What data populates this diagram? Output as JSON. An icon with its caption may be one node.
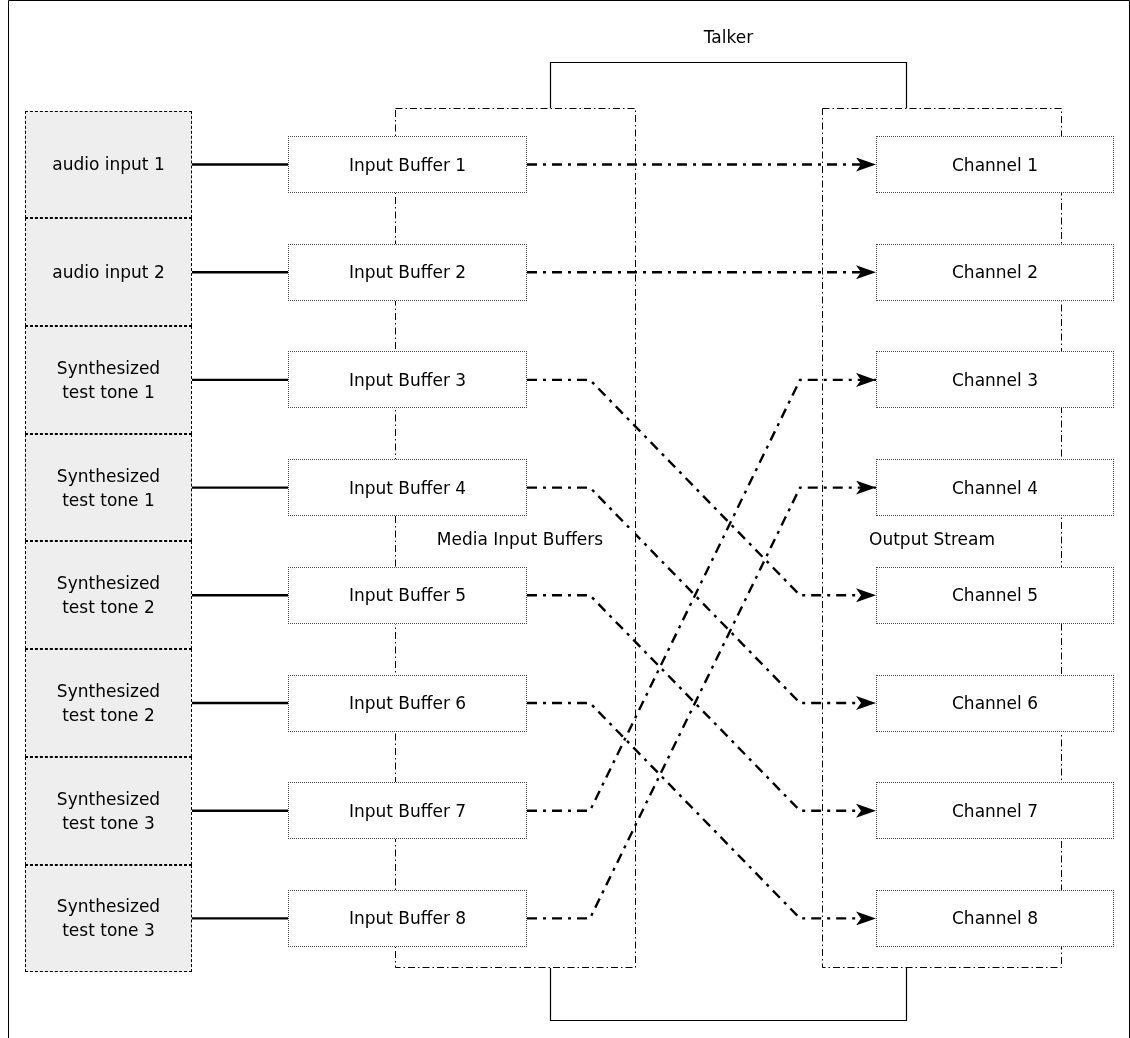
{
  "diagram": {
    "nodes": [
      {
        "text": [
          "Talker"
        ]
      },
      {
        "text": [
          "audio input 1"
        ]
      },
      {
        "text": [
          "audio input 2"
        ]
      },
      {
        "text": [
          "Synthesized test tone 1"
        ]
      },
      {
        "text": [
          "Synthesized test tone 1"
        ]
      },
      {
        "text": [
          "Synthesized test tone 2"
        ]
      },
      {
        "text": [
          "Synthesized test tone 2"
        ]
      },
      {
        "text": [
          "Synthesized test tone 3"
        ]
      },
      {
        "text": [
          "Synthesized test tone 3"
        ]
      },
      {
        "text": [
          "Media Input Buffers"
        ]
      },
      {
        "text": [
          "Input Buffer 1"
        ]
      },
      {
        "text": [
          "Input Buffer 2"
        ]
      },
      {
        "text": [
          "Input Buffer 3"
        ]
      },
      {
        "text": [
          "Input Buffer 4"
        ]
      },
      {
        "text": [
          "Input Buffer 5"
        ]
      },
      {
        "text": [
          "Input Buffer 6"
        ]
      },
      {
        "text": [
          "Input Buffer 7"
        ]
      },
      {
        "text": [
          "Input Buffer 8"
        ]
      },
      {
        "text": [
          "Output Stream"
        ]
      },
      {
        "text": [
          "Channel 1"
        ]
      },
      {
        "text": [
          "Channel 2"
        ]
      },
      {
        "text": [
          "Channel 3"
        ]
      },
      {
        "text": [
          "Channel 4"
        ]
      },
      {
        "text": [
          "Channel 5"
        ]
      },
      {
        "text": [
          "Channel 6"
        ]
      },
      {
        "text": [
          "Channel 7"
        ]
      },
      {
        "text": [
          "Channel 8"
        ]
      }
    ],
    "edges": [
      {
        "from": 1,
        "to": 10,
        "arrow": "none"
      },
      {
        "from": 2,
        "to": 11,
        "arrow": "none"
      },
      {
        "from": 3,
        "to": 12,
        "arrow": "none"
      },
      {
        "from": 4,
        "to": 13,
        "arrow": "none"
      },
      {
        "from": 5,
        "to": 14,
        "arrow": "none"
      },
      {
        "from": 6,
        "to": 15,
        "arrow": "none"
      },
      {
        "from": 7,
        "to": 16,
        "arrow": "none"
      },
      {
        "from": 8,
        "to": 17,
        "arrow": "none"
      },
      {
        "from": 10,
        "to": 19,
        "arrow": "to",
        "style": "dashed"
      },
      {
        "from": 11,
        "to": 20,
        "arrow": "to",
        "style": "dashed"
      },
      {
        "from": 12,
        "to": 23,
        "arrow": "to",
        "style": "dashed"
      },
      {
        "from": 13,
        "to": 24,
        "arrow": "to",
        "style": "dashed"
      },
      {
        "from": 14,
        "to": 25,
        "arrow": "to",
        "style": "dashed"
      },
      {
        "from": 15,
        "to": 26,
        "arrow": "to",
        "style": "dashed"
      },
      {
        "from": 16,
        "to": 21,
        "arrow": "to",
        "style": "dashed"
      },
      {
        "from": 17,
        "to": 22,
        "arrow": "to",
        "style": "dashed"
      }
    ]
  }
}
